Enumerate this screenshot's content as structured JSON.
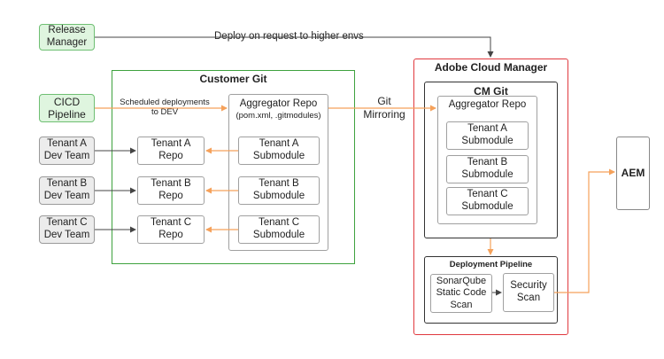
{
  "release_manager": {
    "line1": "Release",
    "line2": "Manager"
  },
  "deploy_label": "Deploy on request to higher envs",
  "cicd_pipeline": {
    "line1": "CICD",
    "line2": "Pipeline"
  },
  "scheduled_label": {
    "line1": "Scheduled deployments",
    "line2": "to DEV"
  },
  "customer_git": {
    "title": "Customer Git",
    "aggregator": {
      "line1": "Aggregator Repo",
      "line2": "(pom.xml, .gitmodules)"
    },
    "submodules": [
      {
        "line1": "Tenant A",
        "line2": "Submodule"
      },
      {
        "line1": "Tenant B",
        "line2": "Submodule"
      },
      {
        "line1": "Tenant C",
        "line2": "Submodule"
      }
    ],
    "repos": [
      {
        "line1": "Tenant A",
        "line2": "Repo"
      },
      {
        "line1": "Tenant B",
        "line2": "Repo"
      },
      {
        "line1": "Tenant C",
        "line2": "Repo"
      }
    ]
  },
  "teams": [
    {
      "line1": "Tenant A",
      "line2": "Dev Team"
    },
    {
      "line1": "Tenant B",
      "line2": "Dev Team"
    },
    {
      "line1": "Tenant C",
      "line2": "Dev Team"
    }
  ],
  "git_mirroring": {
    "line1": "Git",
    "line2": "Mirroring"
  },
  "adobe_cloud_manager": {
    "title": "Adobe Cloud Manager",
    "cm_git": {
      "title": "CM Git",
      "aggregator_label": "Aggregator Repo",
      "submodules": [
        {
          "line1": "Tenant A",
          "line2": "Submodule"
        },
        {
          "line1": "Tenant B",
          "line2": "Submodule"
        },
        {
          "line1": "Tenant C",
          "line2": "Submodule"
        }
      ]
    },
    "deployment_pipeline": {
      "title": "Deployment Pipeline",
      "sonarqube": {
        "line1": "SonarQube",
        "line2": "Static Code",
        "line3": "Scan"
      },
      "security": {
        "line1": "Security",
        "line2": "Scan"
      }
    }
  },
  "aem": "AEM",
  "colors": {
    "green_fill": "#dff5df",
    "green_border": "#6fbf73",
    "customer_git_border": "#3ea23e",
    "cloud_manager_border": "#e0393e",
    "orange_arrow": "#f5a15a",
    "dark_arrow": "#444444"
  }
}
